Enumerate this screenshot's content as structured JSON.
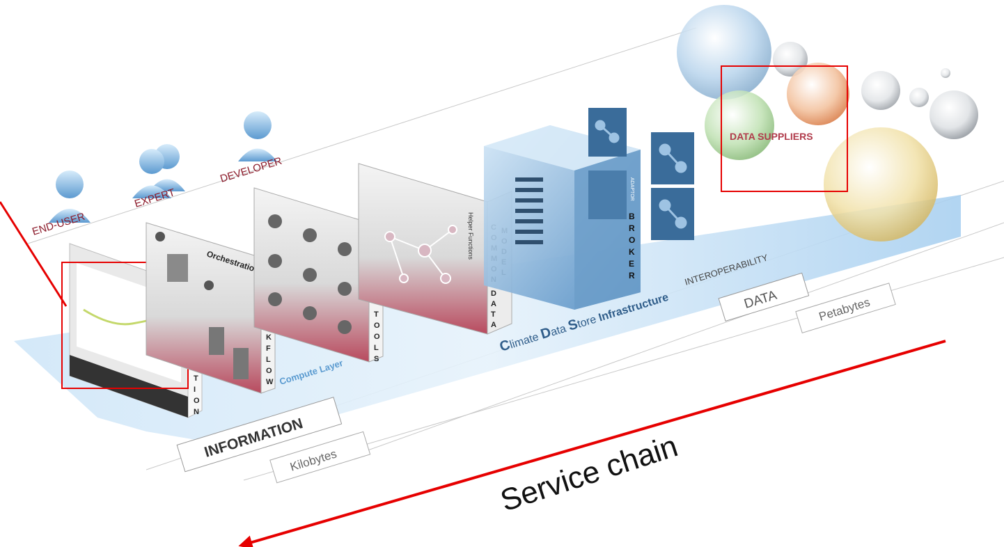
{
  "roles": {
    "end_user": "END-USER",
    "expert": "EXPERT",
    "developer": "DEVELOPER"
  },
  "layers": {
    "application": "APPLICATION",
    "workflow": "WORKFLOW",
    "orchestration": "Orchestration",
    "tools": "TOOLS",
    "helper_functions": "Helper Functions",
    "common_data_model": "COMMON DATA MODEL",
    "broker": "BROKER",
    "adaptor": "ADAPTOR",
    "compute_layer": "Compute Layer"
  },
  "infrastructure": {
    "prefix_c": "C",
    "word_limate": "limate",
    "prefix_d": "D",
    "word_ata": "ata",
    "prefix_s": "S",
    "word_tore": "tore",
    "word_infrastructure": "Infrastructure"
  },
  "labels": {
    "interoperability": "INTEROPERABILITY",
    "data": "DATA",
    "petabytes": "Petabytes",
    "information": "INFORMATION",
    "kilobytes": "Kilobytes",
    "data_suppliers": "DATA SUPPLIERS",
    "service_chain": "Service chain"
  },
  "colors": {
    "highlight_red": "#e60000",
    "role_text": "#8b1a2a",
    "box_blue": "#3a6c9a",
    "flow_blue": "#bcdcf5"
  }
}
